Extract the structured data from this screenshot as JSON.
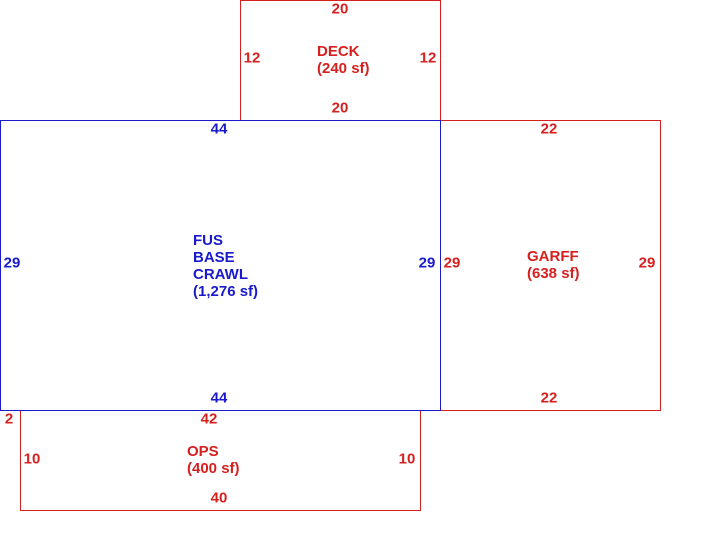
{
  "colors": {
    "main": "#1a1acc",
    "addition": "#d62020"
  },
  "deck": {
    "name": "DECK",
    "area": "(240 sf)",
    "dims": {
      "top": "20",
      "bottom": "20",
      "left": "12",
      "right": "12"
    }
  },
  "main": {
    "line1": "FUS",
    "line2": "BASE",
    "line3": "CRAWL",
    "area": "(1,276 sf)",
    "dims": {
      "top": "44",
      "bottom": "44",
      "left": "29",
      "right": "29"
    }
  },
  "garage": {
    "name": "GARFF",
    "area": "(638 sf)",
    "dims": {
      "top": "22",
      "bottom": "22",
      "left": "29",
      "right": "29"
    }
  },
  "porch": {
    "name": "OPS",
    "area": "(400 sf)",
    "dims": {
      "top": "42",
      "bottom": "40",
      "left": "10",
      "right": "10",
      "offset": "2"
    }
  }
}
